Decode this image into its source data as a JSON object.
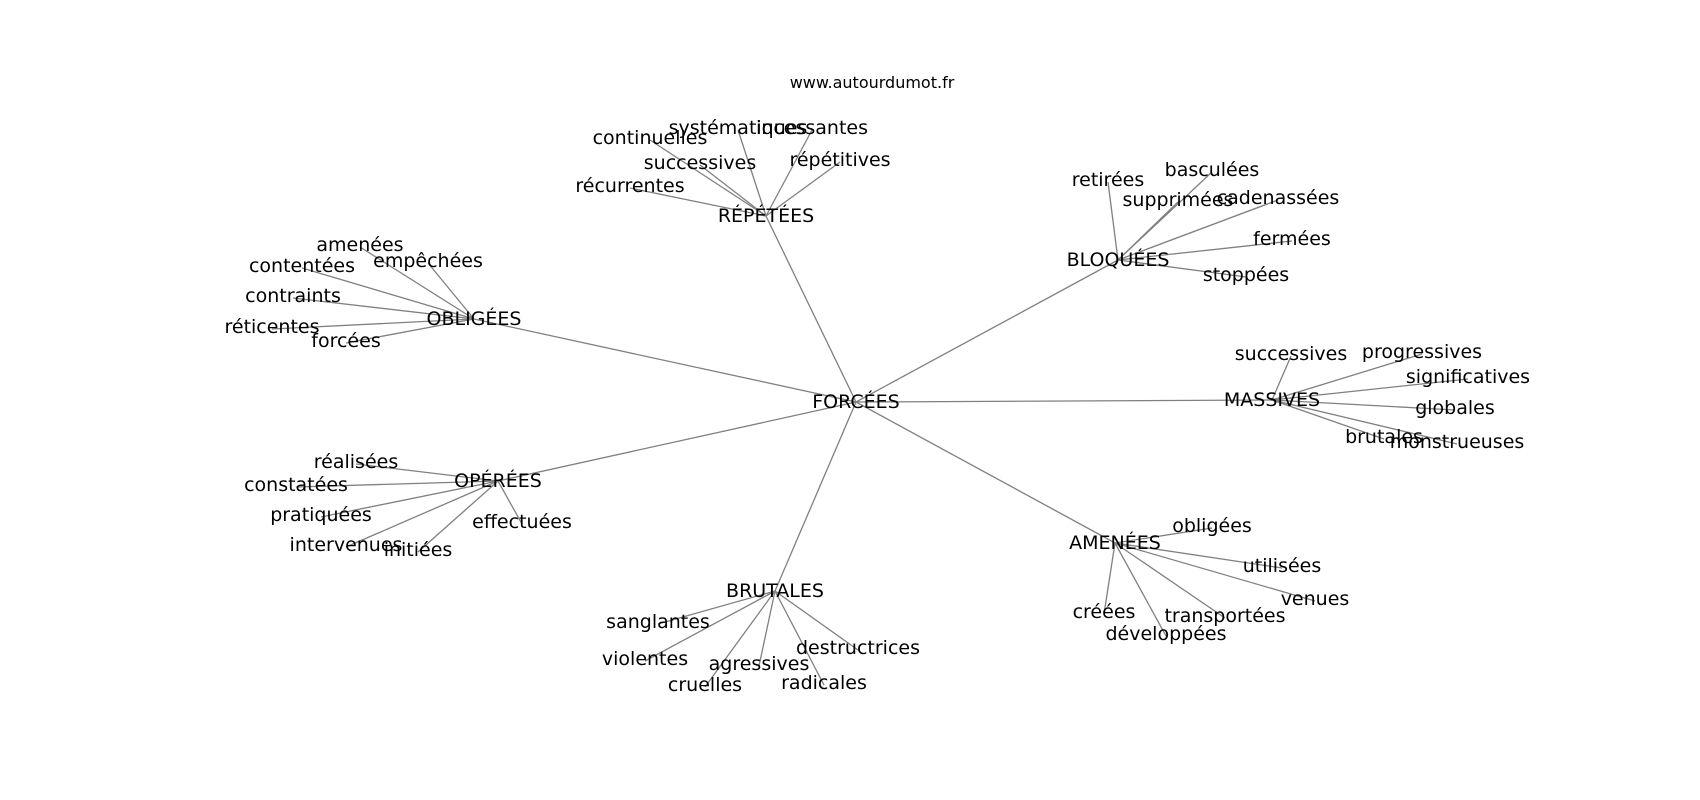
{
  "source": "www.autourdumot.fr",
  "center": "FORCÉES",
  "clusters": [
    {
      "id": "repetees",
      "label": "RÉPÉTÉES",
      "leaves": [
        "systématiques",
        "incessantes",
        "continuelles",
        "successives",
        "répétitives",
        "récurrentes"
      ]
    },
    {
      "id": "bloquees",
      "label": "BLOQUÉES",
      "leaves": [
        "retirées",
        "basculées",
        "supprimées",
        "cadenassées",
        "fermées",
        "stoppées"
      ]
    },
    {
      "id": "obligees",
      "label": "OBLIGÉES",
      "leaves": [
        "amenées",
        "contentées",
        "empêchées",
        "contraints",
        "réticentes",
        "forcées"
      ]
    },
    {
      "id": "massives",
      "label": "MASSIVES",
      "leaves": [
        "successives",
        "progressives",
        "significatives",
        "globales",
        "brutales",
        "monstrueuses"
      ]
    },
    {
      "id": "operees",
      "label": "OPÉRÉES",
      "leaves": [
        "réalisées",
        "constatées",
        "pratiquées",
        "intervenues",
        "initiées",
        "effectuées"
      ]
    },
    {
      "id": "amenees",
      "label": "AMENÉES",
      "leaves": [
        "obligées",
        "utilisées",
        "venues",
        "transportées",
        "créées",
        "développées"
      ]
    },
    {
      "id": "brutales",
      "label": "BRUTALES",
      "leaves": [
        "sanglantes",
        "violentes",
        "agressives",
        "destructrices",
        "cruelles",
        "radicales"
      ]
    }
  ]
}
